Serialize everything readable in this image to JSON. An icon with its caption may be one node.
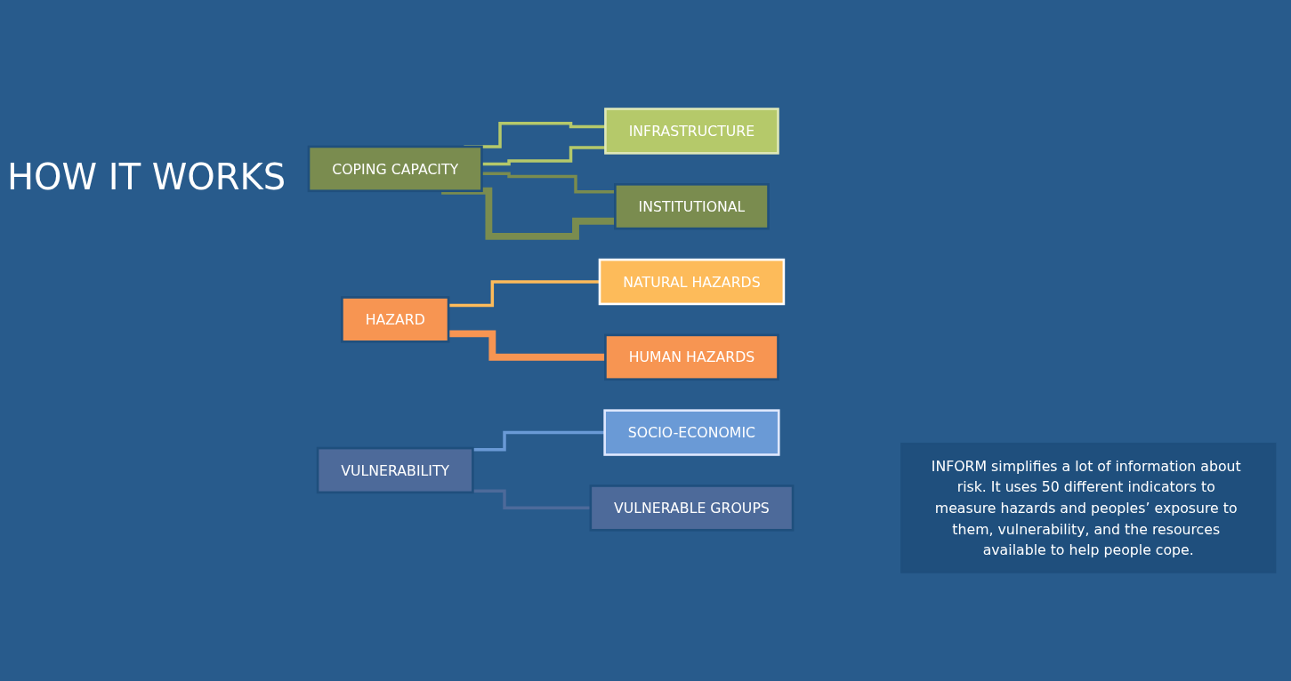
{
  "diagram": {
    "title": "HOW IT WORKS",
    "nodes": [
      {
        "text": [
          "INFRASTRUCTURE"
        ]
      },
      {
        "text": [
          "INSTITUTIONAL"
        ]
      },
      {
        "text": [
          "COPING CAPACITY"
        ]
      },
      {
        "text": [
          "NATURAL HAZARDS"
        ]
      },
      {
        "text": [
          "INFORM simplifies a lot of information about risk. It uses 50 different indicators to measure hazards and peoples’ exposure to them, vulnerability, and the resources available to help people cope."
        ]
      },
      {
        "text": [
          "HAZARD"
        ]
      },
      {
        "text": [
          "HUMAN HAZARDS"
        ]
      },
      {
        "text": [
          "VULNERABILITY"
        ]
      },
      {
        "text": [
          "SOCIO-ECONOMIC"
        ]
      },
      {
        "text": [
          "VULNERABLE GROUPS"
        ]
      }
    ],
    "edges": [
      {
        "from": 2,
        "to": 0,
        "arrow": "none",
        "color": "#b5c96a"
      },
      {
        "from": 2,
        "to": 1,
        "arrow": "none",
        "color": "#7a8c4f"
      },
      {
        "from": 2,
        "to": 0,
        "arrow": "none",
        "color": "#b5c96a"
      },
      {
        "from": 2,
        "to": 1,
        "arrow": "none",
        "style": "thick",
        "color": "#7a8c4f"
      },
      {
        "from": 5,
        "to": 6,
        "arrow": "none",
        "style": "thick",
        "color": "#f79552"
      },
      {
        "from": 5,
        "to": 3,
        "arrow": "none",
        "color": "#fdbb5a"
      },
      {
        "from": 7,
        "to": 8,
        "arrow": "none",
        "color": "#6a9ad6"
      },
      {
        "from": 7,
        "to": 9,
        "arrow": "none",
        "color": "#4d6a9a"
      }
    ]
  }
}
